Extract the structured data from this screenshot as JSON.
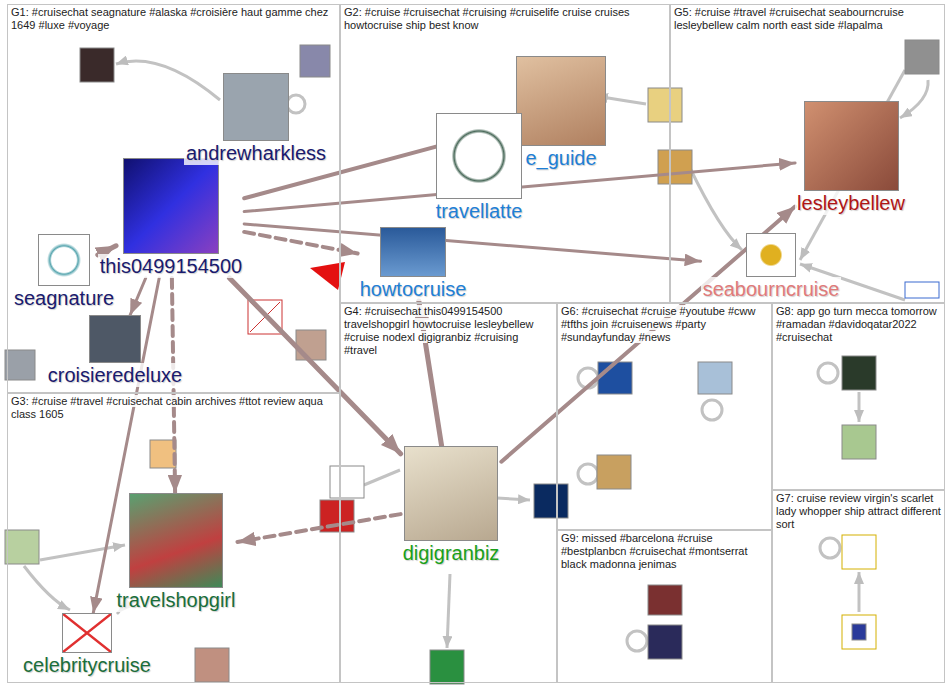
{
  "diagram": {
    "nodes": [
      {
        "text": [
          "G1: #cruisechat seagnature #alaska #croisière haut gamme chez 1649 #luxe #voyage"
        ]
      },
      {
        "text": [
          "this0499154500"
        ],
        "in": 0
      },
      {
        "text": [
          "andrewharkless"
        ],
        "in": 0
      },
      {
        "text": [
          "seagnature"
        ],
        "in": 0
      },
      {
        "text": [
          "croisieredeluxe"
        ],
        "in": 0
      },
      {
        "text": [
          "G2: #cruise #cruisechat #cruising #cruiselife cruise cruises howtocruise ship best know"
        ]
      },
      {
        "text": [
          "e_guide"
        ],
        "in": 5
      },
      {
        "text": [
          "travellatte"
        ],
        "in": 5
      },
      {
        "text": [
          "howtocruise"
        ],
        "in": 5
      },
      {
        "text": [
          "G5: #cruise #travel #cruisechat seabourncruise lesleybellew calm north east side #lapalma"
        ]
      },
      {
        "text": [
          "lesleybellew"
        ],
        "in": 9
      },
      {
        "text": [
          "seabourncruise"
        ],
        "in": 9
      },
      {
        "text": [
          "G4: #cruisechat this0499154500 travelshopgirl howtocruise lesleybellew #cruise nodexl digigranbiz #cruising #travel"
        ]
      },
      {
        "text": [
          "digigranbiz"
        ],
        "in": 12
      },
      {
        "text": [
          "G6: #cruisechat #cruise #youtube #cww #tfths join #cruisenews #party #sundayfunday #news"
        ]
      },
      {
        "text": [
          "G8: app go turn mecca tomorrow #ramadan #davidoqatar2022 #cruisechat"
        ]
      },
      {
        "text": [
          "G3: #cruise #travel #cruisechat cabin archives #ttot review aqua class 1605"
        ]
      },
      {
        "text": [
          "travelshopgirl"
        ],
        "in": 16
      },
      {
        "text": [
          "celebritycruise"
        ],
        "in": 16
      },
      {
        "text": [
          "G9: missed #barcelona #cruise #bestplanbcn #cruisechat #montserrat black madonna jenimas"
        ]
      },
      {
        "text": [
          "G7: cruise review virgin's scarlet lady whopper ship attract different sort"
        ]
      }
    ],
    "edges": [
      {
        "from": 1,
        "to": 3,
        "arrow": "to"
      },
      {
        "from": 1,
        "to": 4,
        "arrow": "to"
      },
      {
        "from": 1,
        "to": 6,
        "arrow": "to"
      },
      {
        "from": 1,
        "to": 8,
        "arrow": "to"
      },
      {
        "from": 1,
        "to": 13,
        "arrow": "to"
      },
      {
        "from": 1,
        "to": 17,
        "arrow": "to"
      },
      {
        "from": 1,
        "to": 18,
        "arrow": "to"
      },
      {
        "from": 1,
        "to": 10,
        "arrow": "to"
      },
      {
        "from": 1,
        "to": 11,
        "arrow": "to"
      },
      {
        "from": 13,
        "to": 10,
        "arrow": "to"
      },
      {
        "from": 13,
        "to": 17,
        "arrow": "to"
      },
      {
        "from": 13,
        "to": 8,
        "arrow": "to"
      },
      {
        "from": 17,
        "to": 18,
        "arrow": "to"
      }
    ]
  }
}
